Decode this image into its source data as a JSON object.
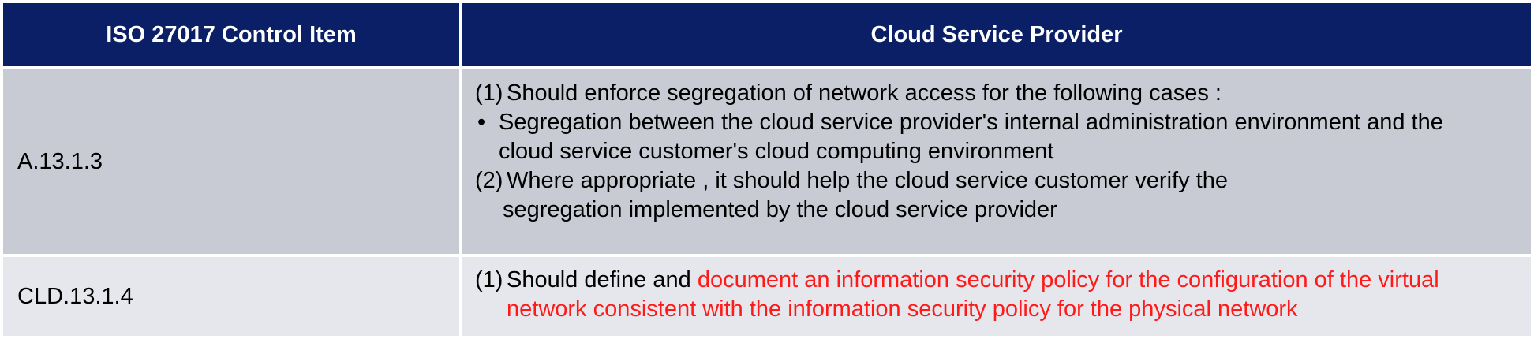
{
  "table": {
    "headers": {
      "control_item": "ISO 27017 Control Item",
      "provider": "Cloud Service Provider"
    },
    "rows": [
      {
        "control": "A.13.1.3",
        "lines": {
          "item1_num": "(1)",
          "item1_text": "Should enforce segregation of network access for the following cases :",
          "bullet": "•",
          "bullet_line1": "Segregation between the cloud service provider's internal administration environment and the",
          "bullet_line2": "cloud service customer's cloud computing environment",
          "item2_num": "(2)",
          "item2_line1": "Where appropriate , it should help the cloud service customer verify the",
          "item2_line2": "segregation implemented by the cloud service provider"
        }
      },
      {
        "control": "CLD.13.1.4",
        "lines": {
          "item1_num": "(1)",
          "item1_text_plain": "Should define and ",
          "item1_text_highlight": "document an information security policy for the configuration of the virtual",
          "item1_line2_highlight": "network consistent with the information security policy for the physical network"
        },
        "highlight_color": "#ff1a1a"
      }
    ]
  },
  "colors": {
    "header_bg": "#0b1f66",
    "row_dark_bg": "#c8cbd3",
    "row_light_bg": "#e6e7ec",
    "highlight": "#ff1a1a"
  }
}
